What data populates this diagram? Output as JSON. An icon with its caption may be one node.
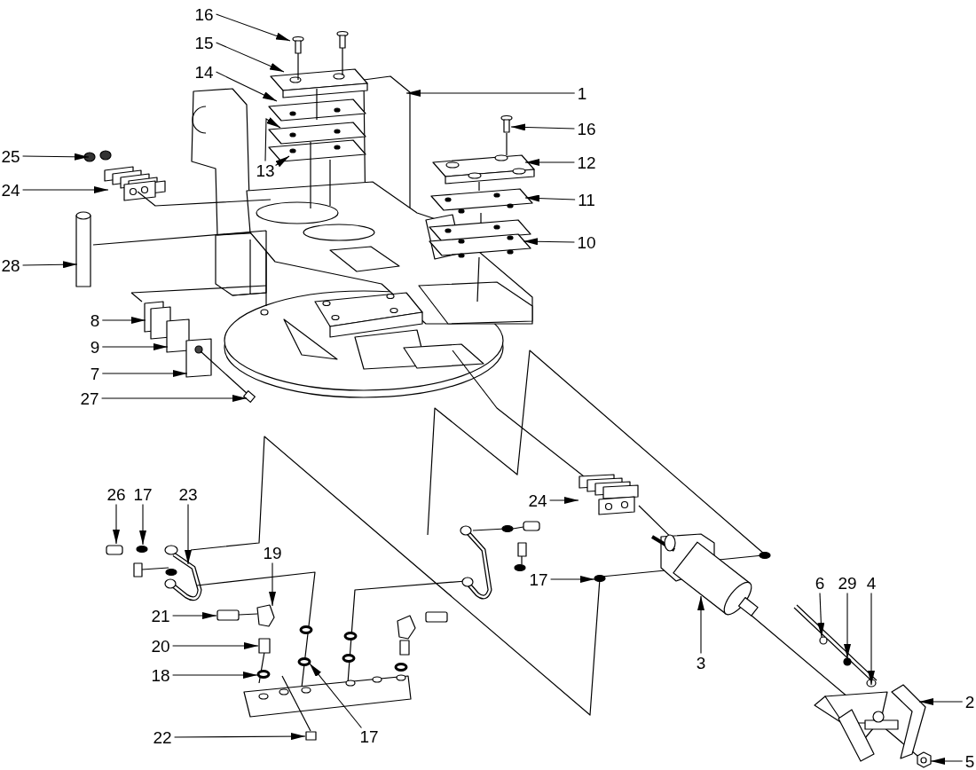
{
  "diagram": {
    "nodes": [
      {
        "text": [
          "16"
        ]
      },
      {
        "text": [
          "15"
        ]
      },
      {
        "text": [
          "14"
        ]
      },
      {
        "text": [
          "13"
        ]
      },
      {
        "text": [
          "1"
        ]
      },
      {
        "text": [
          "16"
        ]
      },
      {
        "text": [
          "12"
        ]
      },
      {
        "text": [
          "11"
        ]
      },
      {
        "text": [
          "10"
        ]
      },
      {
        "text": [
          "25"
        ]
      },
      {
        "text": [
          "24"
        ]
      },
      {
        "text": [
          "28"
        ]
      },
      {
        "text": [
          "8"
        ]
      },
      {
        "text": [
          "9"
        ]
      },
      {
        "text": [
          "7"
        ]
      },
      {
        "text": [
          "27"
        ]
      },
      {
        "text": [
          "26"
        ]
      },
      {
        "text": [
          "17"
        ]
      },
      {
        "text": [
          "23"
        ]
      },
      {
        "text": [
          "19"
        ]
      },
      {
        "text": [
          "21"
        ]
      },
      {
        "text": [
          "20"
        ]
      },
      {
        "text": [
          "18"
        ]
      },
      {
        "text": [
          "22"
        ]
      },
      {
        "text": [
          "17"
        ]
      },
      {
        "text": [
          "24"
        ]
      },
      {
        "text": [
          "17"
        ]
      },
      {
        "text": [
          "3"
        ]
      },
      {
        "text": [
          "6"
        ]
      },
      {
        "text": [
          "29"
        ]
      },
      {
        "text": [
          "4"
        ]
      },
      {
        "text": [
          "2"
        ]
      },
      {
        "text": [
          "5"
        ]
      }
    ],
    "edges": [
      {
        "from": 0,
        "to": null,
        "arrow": "to"
      },
      {
        "from": 1,
        "to": null,
        "arrow": "to"
      },
      {
        "from": 2,
        "to": null,
        "arrow": "to"
      },
      {
        "from": 3,
        "to": null,
        "arrow": "to"
      },
      {
        "from": 3,
        "to": null,
        "arrow": "to"
      },
      {
        "from": 4,
        "to": null,
        "arrow": "to"
      },
      {
        "from": 5,
        "to": null,
        "arrow": "to"
      },
      {
        "from": 6,
        "to": null,
        "arrow": "to"
      },
      {
        "from": 7,
        "to": null,
        "arrow": "to"
      },
      {
        "from": 8,
        "to": null,
        "arrow": "to"
      },
      {
        "from": 9,
        "to": null,
        "arrow": "to"
      },
      {
        "from": 10,
        "to": null,
        "arrow": "to"
      },
      {
        "from": 11,
        "to": null,
        "arrow": "to"
      },
      {
        "from": 12,
        "to": null,
        "arrow": "to"
      },
      {
        "from": 13,
        "to": null,
        "arrow": "to"
      },
      {
        "from": 14,
        "to": null,
        "arrow": "to"
      },
      {
        "from": 15,
        "to": null,
        "arrow": "to"
      },
      {
        "from": 16,
        "to": null,
        "arrow": "to"
      },
      {
        "from": 17,
        "to": null,
        "arrow": "to"
      },
      {
        "from": 18,
        "to": null,
        "arrow": "to"
      },
      {
        "from": 19,
        "to": null,
        "arrow": "to"
      },
      {
        "from": 20,
        "to": null,
        "arrow": "to"
      },
      {
        "from": 21,
        "to": null,
        "arrow": "to"
      },
      {
        "from": 22,
        "to": null,
        "arrow": "to"
      },
      {
        "from": 23,
        "to": null,
        "arrow": "to"
      },
      {
        "from": 24,
        "to": null,
        "arrow": "to"
      },
      {
        "from": 25,
        "to": null,
        "arrow": "to"
      },
      {
        "from": 26,
        "to": null,
        "arrow": "to"
      },
      {
        "from": 27,
        "to": null,
        "arrow": "to"
      },
      {
        "from": 28,
        "to": null,
        "arrow": "to"
      },
      {
        "from": 29,
        "to": null,
        "arrow": "to"
      },
      {
        "from": 30,
        "to": null,
        "arrow": "to"
      },
      {
        "from": 31,
        "to": null,
        "arrow": "to"
      },
      {
        "from": 32,
        "to": null,
        "arrow": "to"
      }
    ]
  }
}
